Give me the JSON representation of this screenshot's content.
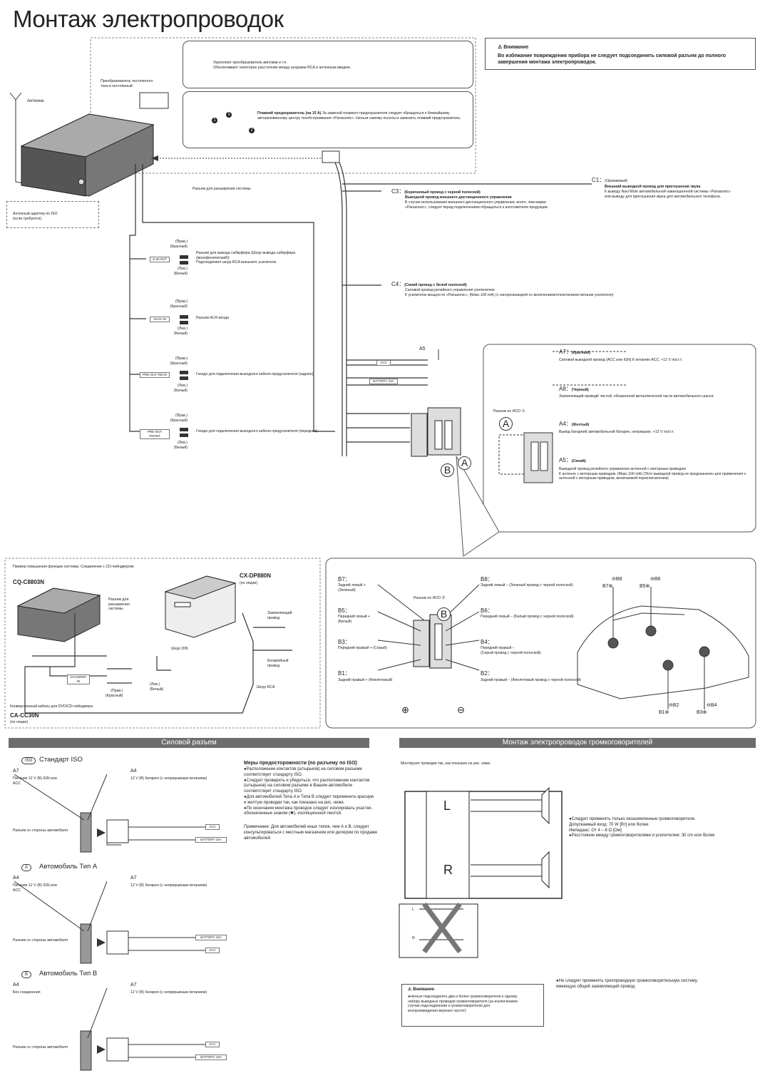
{
  "title": "Монтаж электропроводок",
  "top": {
    "antenna": "Антенна",
    "converter": "Преобразователь постоянного\nтока в постоянный",
    "note_screw": "Укрепляют преобразователь винтами и т.п.\nОбеспечивают некоторое расстояние между шнурами RCA и антенным вводом.",
    "fuse_bold": "Плавкий предохранитель (на 15 A)",
    "fuse_text": " За заменой плавкого предохранителя следует обращаться к ближайшему авторизованному центру техобслуживания «Panasonic». Нельзя самому пытаться заменить плавкий предохранитель.",
    "attention_title": "Внимание",
    "attention_text": "Во избежание повреждения прибора не следует подсоединять силовой разъем до полного завершения монтажа электропроводок.",
    "expansion": "Разъем для расширения системы",
    "iso_adapter": "Антенный адаптер по ISO\n(если требуется)",
    "c1_label": "C1：",
    "c1_color": "(Оранжевый)",
    "c1_bold": "Внешний выводной провод для приглушения звука",
    "c1_text": "К выводу Navi Mute автомобильной навигационной системы «Panasonic»\nили выводу для приглушения звука для автомобильного телефона.",
    "c3_label": "C3：",
    "c3_color": "(Коричневый провод с черной полоской)",
    "c3_bold": "Выводной провод внешнего дистанционного управления",
    "c3_text": "В случае использования внешнего дистанционного управления, иного, чем марки\n«Panasonic», следует перед подключением обращаться к изготовителю продукции.",
    "c4_label": "C4：",
    "c4_color": "(Синий провод с белой полоской)",
    "c4_text": "Силовой провод релейного управления усилителем\nК усилителю мощности «Panasonic». (Макс.100 mA) (с синхронизацией со включением/отключением питания усилителя)",
    "right_lbl": "(Прав.)",
    "red": "(Красный)",
    "left_lbl": "(Лев.)",
    "white": "(Белый)",
    "sw_out_tag": "S-W-OUT",
    "sw_out": "Разъем для вывода сабвуфера (Шнур вывода сабвуфера\n(монофонический))\nПодсоединяют шнур RCA внешнего усилителя.",
    "aux_tag": "AUX1-IN",
    "aux": "Разъем AUX-входа",
    "rear_tag": "PRE-OUT REAR",
    "rear": "Гнездо для подключения выходного кабеля предусилителя (заднее)",
    "front_tag": "PRE-OUT FRONT",
    "front": "Гнездо для подключения выходного кабеля предусилителя (переднее)",
    "a5": "A5",
    "acc": "ACC",
    "battery": "BATTERY 15A",
    "a7_label": "A7：",
    "a7_color": "(Красный)",
    "a7_text": "Силовой выводной провод (ACC или IGN) К питанию ACC, +12 V пост.т.",
    "a8_label": "A8：",
    "a8_color": "(Черный)",
    "a8_text": "Заземляющий проводК чистой, обнаженной металлической части автомобильного шасси.",
    "iso_a": "Разъем по ИСО Ⓐ",
    "a4_label": "A4：",
    "a4_color": "(Желтый)",
    "a4_text": "Вывод батареиК автомобильной батарее, непрерывн. +12 V пост.т.",
    "a5_label": "A5：",
    "a5_color": "(Синий)",
    "a5_text": "Выводной провод релейного управления антенной с моторным приводом\nК антенне с моторным приводом. (Макс.100 mA) (Этот выводной провод не предназначен для применения с антенной с моторным приводом, включаемой переключателем)",
    "a_letter": "A",
    "b_letter": "B"
  },
  "changer": {
    "caption": "Пример повышения функции системы: Соединение с CD-чейнджером",
    "cq": "CQ-C8803N",
    "cx": "CX-DP880N",
    "option": "(по опции)",
    "expansion": "Разъем для\nрасширения\nсистемы",
    "ground": "Заземляющий\nпровод",
    "din": "Шнур DIN",
    "battery_wire": "Батарейный\nпровод",
    "rca": "Шнур RCA",
    "changer_in": "CHANGER-IN",
    "right_red": "(Прав.)\n(Красный)",
    "left_white": "(Лев.)\n(Белый)",
    "conversion": "Конверсионный кабель для DVD/CD-чейнджера.",
    "cc": "CA-CC30N",
    "cc_opt": "(по опции)"
  },
  "speakers_map": {
    "b7": "B7：",
    "b7_text": "Задний левый +\n(Зеленый)",
    "b8": "B8：",
    "b8_text": "Задний левый – (Зеленый провод с черной полоской)",
    "iso_b": "Разъем по ИСО Ⓑ",
    "b5": "B5：",
    "b5_text": "Передний левый +\n(Белый)",
    "b6": "B6：",
    "b6_text": "Передний левый – (Белый провод с черной полоской)",
    "b3": "B3：",
    "b3_text": "Передний правый + (Серый)",
    "b4": "B4：",
    "b4_text": "Передний правый –\n(Серый провод с черной полоской)",
    "b1": "B1：",
    "b1_text": "Задний правый + (Фиолетовый)",
    "b2": "B2：",
    "b2_text": "Задний правый – (Фиолетовый провод с черной полоской)",
    "plus": "⊕",
    "minus": "⊖",
    "car_b8": "⊖B8",
    "car_b6": "⊖B6",
    "car_b7": "B7⊕",
    "car_b5": "B5⊕",
    "car_b2": "⊖B2",
    "car_b4": "⊖B4",
    "car_b1": "B1⊕",
    "car_b3": "B3⊕"
  },
  "power": {
    "bar": "Силовой разъем",
    "iso_logo": "ISO",
    "iso_std": "Стандарт ISO",
    "a7": "A7",
    "a4": "A4",
    "power_ign": "Питание 12 V (B) IGN или\nACC",
    "battery_cont": "12 V (B) батарея (с непрерывным питанием)",
    "car_side": "Разъем со стороны автомобиля",
    "acc": "ACC",
    "battery": "BATTERY 15A",
    "type_a_logo": "A",
    "type_a": "Автомобиль Тип A",
    "type_b_logo": "B",
    "type_b": "Автомобиль Тип B",
    "no_conn": "Без соединения",
    "precautions_title": "Меры предосторожности (по разъему по ISO)",
    "precautions": "●Расположение контактов (штырьков) на силовом разъеме\n  соответствует стандарту ISO.\n●Следует проверить и убедиться, что расположение контактов\n  (штырьков) на силовом разъеме в Вашем автомобиле\n  соответствует стандарту ISO.\n●Для автомобилей Типа A и Типа B следует переменить красную\n  и желтую проводки так, как показано на рис. ниже.\n●По окончании монтажа проводок следует изолировать участки,\n  обозначенные знаком (✱), изоляционной лентой.",
    "note": "Примечание: Для автомобилей иных типов, чем A и B, следует консультироваться с местным магазином или дилером по продаже автомобилей."
  },
  "speaker_wiring": {
    "bar": "Монтаж электропроводок громкоговорителей",
    "intro": "Монтируют проводки так, как показано на рис. ниже.",
    "l": "L",
    "r": "R",
    "spec": "●Следует применять только незаземленные громкоговорители.\n   Допускаемый вход: 70 W [Вт] или более\n   Импеданс: От 4 – 8 Ω [Ом]\n●Расстояние между громкоговорителями и усилителем: 30 cm или более",
    "caution_title": "Внимание",
    "caution": "●Нельзя подсоединять два и более громкоговорителя к одному\n  набору выводных проводов громкоговорителя (за исключением\n  случая подсоединения к громкоговорителю для\n  воспроизведения верхних частот)",
    "three_wire": "●Не следует применять трехпроводную громкоговорительную систему,\n  имеющую общий заземляющий провод."
  }
}
